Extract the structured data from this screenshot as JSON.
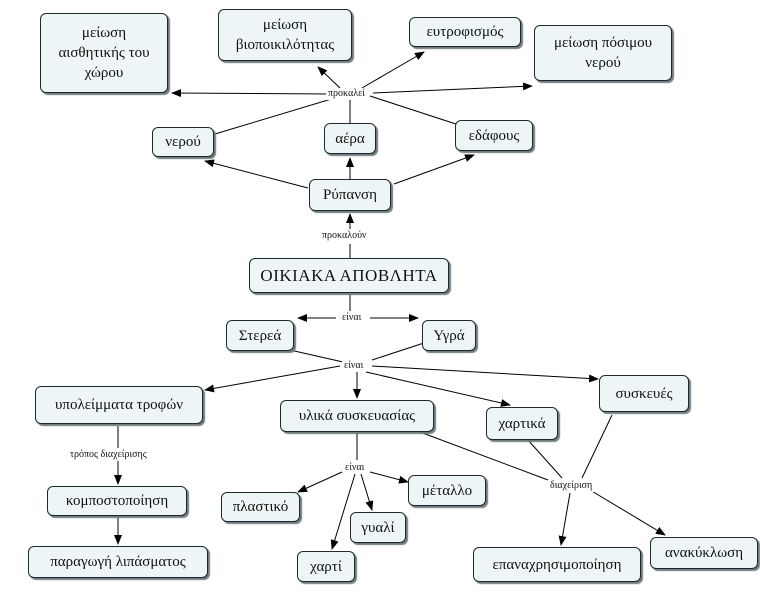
{
  "colors": {
    "node_fill": "#eef5f6",
    "node_border": "#1e2b2e",
    "edge": "#000000",
    "background": "#ffffff"
  },
  "nodes": {
    "aesthetic": "μείωση\nαισθητικής του\nχώρου",
    "biodiversity": "μείωση\nβιοποικιλότητας",
    "eutrophication": "ευτροφισμός",
    "drinking_water": "μείωση πόσιμου\nνερού",
    "water": "νερού",
    "air": "αέρα",
    "soil": "εδάφους",
    "pollution": "Ρύπανση",
    "household_waste": "ΟΙΚΙΑΚΑ ΑΠΟΒΛΗΤΑ",
    "solids": "Στερεά",
    "liquids": "Υγρά",
    "food_leftovers": "υπολείμματα τροφών",
    "packaging": "υλικά συσκευασίας",
    "devices": "συσκευές",
    "paper_products": "χαρτικά",
    "composting": "κομποστοποίηση",
    "fertilizer": "παραγωγή λιπάσματος",
    "plastic": "πλαστικό",
    "metal": "μέταλλο",
    "glass": "γυαλί",
    "paper": "χαρτί",
    "reuse": "επαναχρησιμοποίηση",
    "recycling": "ανακύκλωση"
  },
  "links": {
    "causes": "προκαλεί",
    "cause_plural": "προκαλούν",
    "are_1": "είναι",
    "are_2": "είναι",
    "are_3": "είναι",
    "management_method": "τρόπος διαχείρισης",
    "management": "διαχείριση"
  }
}
